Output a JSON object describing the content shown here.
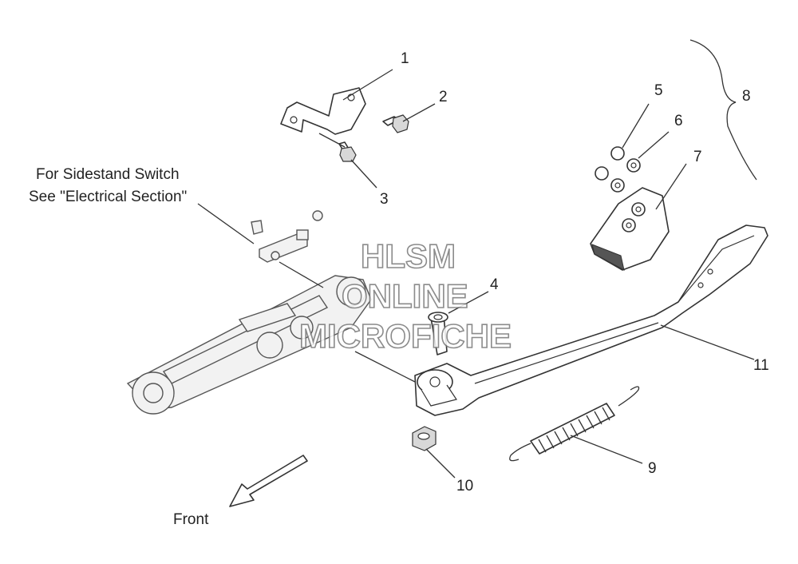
{
  "note": {
    "line1": "For Sidestand Switch",
    "line2": "See \"Electrical Section\""
  },
  "watermark": {
    "line1": "HLSM",
    "line2": "ONLINE",
    "line3": "MICROFICHE"
  },
  "direction_label": "Front",
  "callouts": [
    "1",
    "2",
    "3",
    "4",
    "5",
    "6",
    "7",
    "8",
    "9",
    "10",
    "11"
  ]
}
